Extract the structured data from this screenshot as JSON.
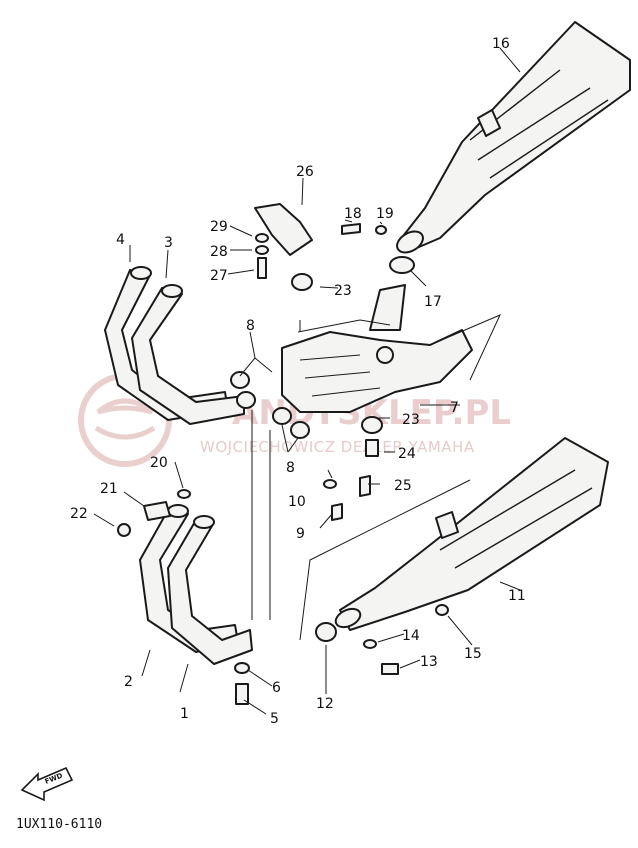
{
  "diagram": {
    "drawing_code": "1UX110-6110",
    "forward_arrow_label": "FWD",
    "watermark": {
      "title": "ANDYSKLEP.PL",
      "subtitle": "WOJCIECHOWICZ DEALER YAMAHA",
      "color": "#d9a7a7"
    },
    "callouts": [
      "1",
      "2",
      "3",
      "4",
      "5",
      "6",
      "7",
      "8",
      "8",
      "9",
      "10",
      "11",
      "12",
      "13",
      "14",
      "15",
      "16",
      "17",
      "18",
      "19",
      "20",
      "21",
      "22",
      "23",
      "23",
      "24",
      "25",
      "26",
      "27",
      "28",
      "29"
    ]
  }
}
